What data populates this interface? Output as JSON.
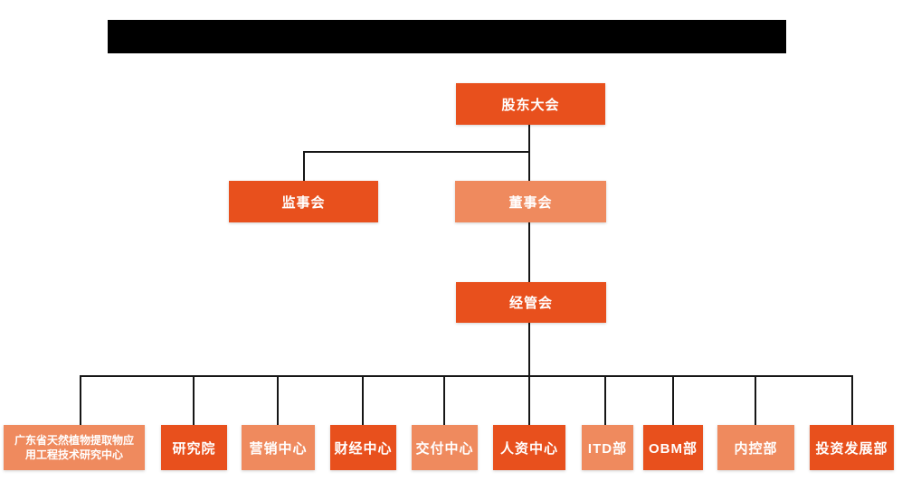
{
  "colors": {
    "primary": "#E8501D",
    "secondary": "#EF8A5E",
    "line": "#161616",
    "background": "#FFFFFF",
    "redacted_bar": "#000000",
    "node_text": "#FFFFFF"
  },
  "title_bar": {
    "type": "redacted-black-rectangle",
    "text": ""
  },
  "nodes": {
    "shareholders": {
      "label": "股东大会"
    },
    "supervisory": {
      "label": "监事会"
    },
    "board": {
      "label": "董事会"
    },
    "management": {
      "label": "经管会"
    }
  },
  "bottom_row": [
    {
      "label": "广东省天然植物提取物应\n用工程技术研究中心"
    },
    {
      "label": "研究院"
    },
    {
      "label": "营销中心"
    },
    {
      "label": "财经中心"
    },
    {
      "label": "交付中心"
    },
    {
      "label": "人资中心"
    },
    {
      "label": "ITD部"
    },
    {
      "label": "OBM部"
    },
    {
      "label": "内控部"
    },
    {
      "label": "投资发展部"
    }
  ],
  "hierarchy": {
    "root": "股东大会",
    "edges": [
      [
        "股东大会",
        "监事会"
      ],
      [
        "股东大会",
        "董事会"
      ],
      [
        "董事会",
        "经管会"
      ],
      [
        "经管会",
        "广东省天然植物提取物应用工程技术研究中心"
      ],
      [
        "经管会",
        "研究院"
      ],
      [
        "经管会",
        "营销中心"
      ],
      [
        "经管会",
        "财经中心"
      ],
      [
        "经管会",
        "交付中心"
      ],
      [
        "经管会",
        "人资中心"
      ],
      [
        "经管会",
        "ITD部"
      ],
      [
        "经管会",
        "OBM部"
      ],
      [
        "经管会",
        "内控部"
      ],
      [
        "经管会",
        "投资发展部"
      ]
    ]
  }
}
